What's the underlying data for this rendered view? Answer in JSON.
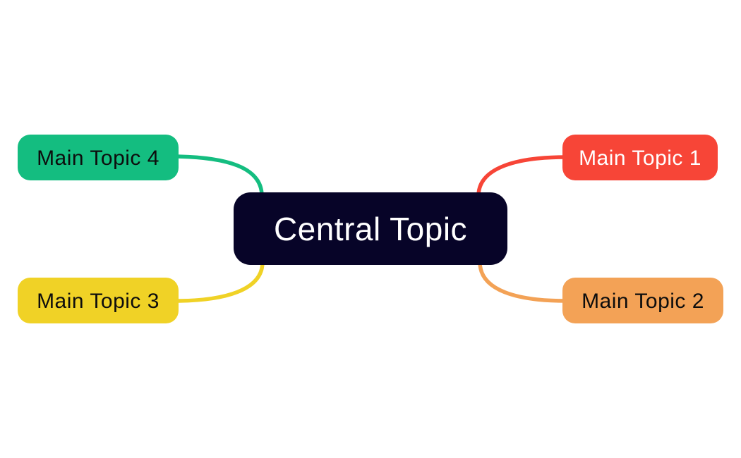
{
  "canvas": {
    "background_color": "#ffffff"
  },
  "central": {
    "label": "Central Topic",
    "fill": "#070428",
    "text_color": "#ffffff"
  },
  "topics": [
    {
      "label": "Main Topic 1",
      "fill": "#f74537",
      "text_color": "#ffffff",
      "position": "right-top"
    },
    {
      "label": "Main Topic 2",
      "fill": "#f3a256",
      "text_color": "#0d0d0d",
      "position": "right-bottom"
    },
    {
      "label": "Main Topic 3",
      "fill": "#f0d226",
      "text_color": "#0d0d0d",
      "position": "left-bottom"
    },
    {
      "label": "Main Topic 4",
      "fill": "#14bd80",
      "text_color": "#0d0d0d",
      "position": "left-top"
    }
  ]
}
